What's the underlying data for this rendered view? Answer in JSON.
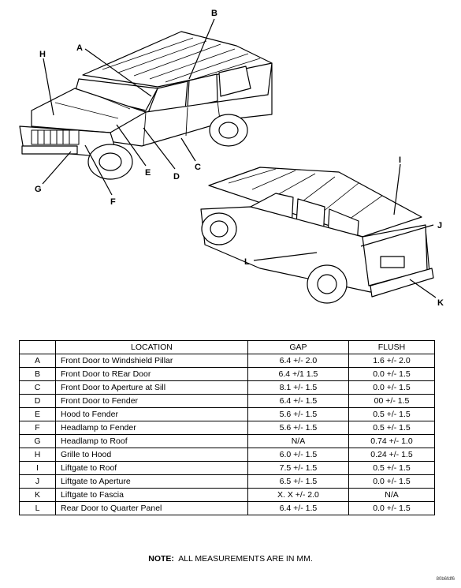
{
  "callouts": {
    "A": "A",
    "B": "B",
    "C": "C",
    "D": "D",
    "E": "E",
    "F": "F",
    "G": "G",
    "H": "H",
    "I": "I",
    "J": "J",
    "K": "K",
    "L": "L"
  },
  "table": {
    "headers": {
      "key": "",
      "location": "LOCATION",
      "gap": "GAP",
      "flush": "FLUSH"
    },
    "rows": [
      {
        "key": "A",
        "location": "Front Door to Windshield Pillar",
        "gap": "6.4 +/- 2.0",
        "flush": "1.6 +/- 2.0"
      },
      {
        "key": "B",
        "location": "Front Door to REar Door",
        "gap": "6.4 +/1 1.5",
        "flush": "0.0 +/- 1.5"
      },
      {
        "key": "C",
        "location": "Front Door to Aperture at Sill",
        "gap": "8.1 +/- 1.5",
        "flush": "0.0 +/- 1.5"
      },
      {
        "key": "D",
        "location": "Front Door to Fender",
        "gap": "6.4 +/- 1.5",
        "flush": "00 +/- 1.5"
      },
      {
        "key": "E",
        "location": "Hood to Fender",
        "gap": "5.6 +/- 1.5",
        "flush": "0.5 +/- 1.5"
      },
      {
        "key": "F",
        "location": "Headlamp to Fender",
        "gap": "5.6 +/- 1.5",
        "flush": "0.5 +/- 1.5"
      },
      {
        "key": "G",
        "location": "Headlamp to Roof",
        "gap": "N/A",
        "flush": "0.74 +/- 1.0"
      },
      {
        "key": "H",
        "location": "Grille to Hood",
        "gap": "6.0 +/- 1.5",
        "flush": "0.24 +/- 1.5"
      },
      {
        "key": "I",
        "location": "Liftgate to Roof",
        "gap": "7.5 +/- 1.5",
        "flush": "0.5 +/- 1.5"
      },
      {
        "key": "J",
        "location": "Liftgate to Aperture",
        "gap": "6.5 +/- 1.5",
        "flush": "0.0 +/- 1.5"
      },
      {
        "key": "K",
        "location": "Liftgate to Fascia",
        "gap": "X. X +/- 2.0",
        "flush": "N/A"
      },
      {
        "key": "L",
        "location": "Rear Door to Quarter Panel",
        "gap": "6.4 +/- 1.5",
        "flush": "0.0 +/- 1.5"
      }
    ]
  },
  "note": {
    "label": "NOTE:",
    "text": "ALL MEASUREMENTS ARE IN MM."
  },
  "figure_id": "80b6fdf6"
}
